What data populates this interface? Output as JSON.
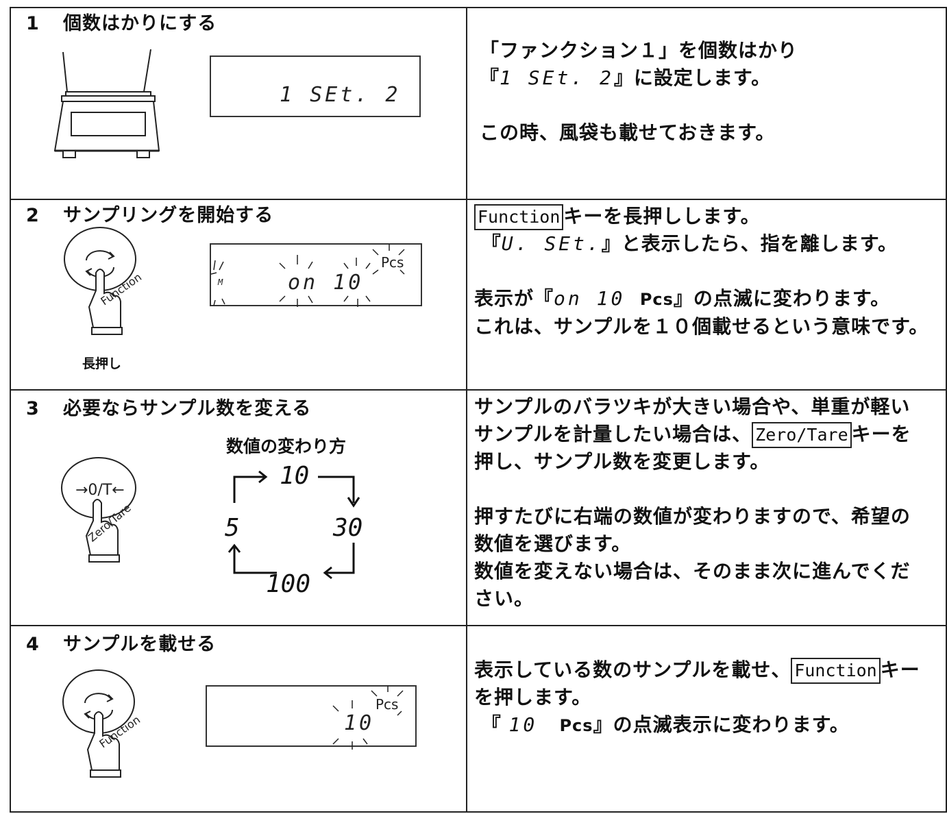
{
  "steps": [
    {
      "number": "1",
      "title": "個数はかりにする",
      "display": "1 SEt. 2",
      "description": [
        "「ファンクション１」を個数はかり",
        "』に設定します。",
        "この時、風袋も載せておきます。"
      ],
      "desc_display": "1  SEt.  2"
    },
    {
      "number": "2",
      "title": "サンプリングを開始する",
      "display_left": "M",
      "display_main": "on  10",
      "display_unit": "Pcs",
      "button_label": "Function",
      "press_caption": "長押し",
      "description": {
        "key": "Function",
        "line1_after_key": "キーを長押しします。",
        "line2_display": "U.  SEt.",
        "line2_after": "』と表示したら、指を離します。",
        "line3_before": "表示が『",
        "line3_display": "on    10",
        "line3_unit": "Pcs",
        "line3_after": "』の点滅に変わります。",
        "line4": "これは、サンプルを１０個載せるという意味です。"
      }
    },
    {
      "number": "3",
      "title": "必要ならサンプル数を変える",
      "button_symbol": "→0/T←",
      "button_label": "Zero/Tare",
      "sequence_title": "数値の変わり方",
      "sequence_values": [
        "10",
        "30",
        "100",
        "5"
      ],
      "description": {
        "line1": "サンプルのバラツキが大きい場合や、単重が軽い",
        "line2_before": "サンプルを計量したい場合は、",
        "key": "Zero/Tare",
        "line2_after": "キーを",
        "line3": "押し、サンプル数を変更します。",
        "line4": "押すたびに右端の数値が変わりますので、希望の",
        "line5": "数値を選びます。",
        "line6": "数値を変えない場合は、そのまま次に進んでくだ",
        "line7": "さい。"
      }
    },
    {
      "number": "4",
      "title": "サンプルを載せる",
      "display_main": "10",
      "display_unit": "Pcs",
      "button_label": "Function",
      "description": {
        "line1_before": "表示している数のサンプルを載せ、",
        "key": "Function",
        "line1_after": "キー",
        "line2": "を押します。",
        "line3_display": "10",
        "line3_unit": "Pcs",
        "line3_after": "』の点滅表示に変わります。"
      }
    }
  ]
}
